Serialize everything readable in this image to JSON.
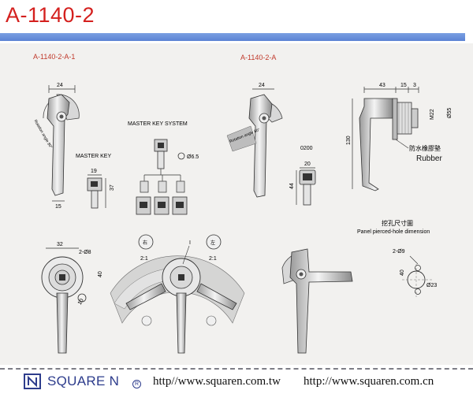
{
  "title": "A-1140-2",
  "drawing": {
    "labels": {
      "left_model": "A-1140-2-A-1",
      "right_model": "A-1140-2-A",
      "master_key_system": "MASTER KEY SYSTEM",
      "master_key": "MASTER KEY",
      "rotation_left": "Rotation angle 80°",
      "rotation_right": "Rotation angle 80°",
      "key_code": "0200",
      "rubber_cn": "防水橡膠墊",
      "rubber_en": "Rubber",
      "panel_cn": "挖孔尺寸圖",
      "panel_en": "Panel pierced-hole dimension",
      "scale_left": "2:1",
      "scale_right": "2:1",
      "callout": "I",
      "label_right_cn": "右",
      "label_left_cn": "左"
    },
    "dims": {
      "d24_a": "24",
      "d15_a": "15",
      "d19": "19",
      "d37": "37",
      "d6_5": "Ø6.5",
      "d24_b": "24",
      "d20": "20",
      "d44": "44",
      "d43": "43",
      "d15_b": "15",
      "d3": "3",
      "dM22": "M22",
      "d55": "Ø55",
      "d130": "130",
      "d32": "32",
      "d2_8": "2-Ø8",
      "d40_a": "40",
      "d10": "10",
      "d2_9": "2-Ø9",
      "d40_b": "40",
      "d23": "Ø23"
    }
  },
  "footer": {
    "brand": "SQUARE N",
    "brand_mark": "R",
    "url_tw": "http//www.squaren.com.tw",
    "url_cn": "http://www.squaren.com.cn"
  },
  "colors": {
    "title": "#d4201e",
    "top_bar": "#6a90dc",
    "brand": "#2d3c8c",
    "model_label": "#c0392b"
  }
}
